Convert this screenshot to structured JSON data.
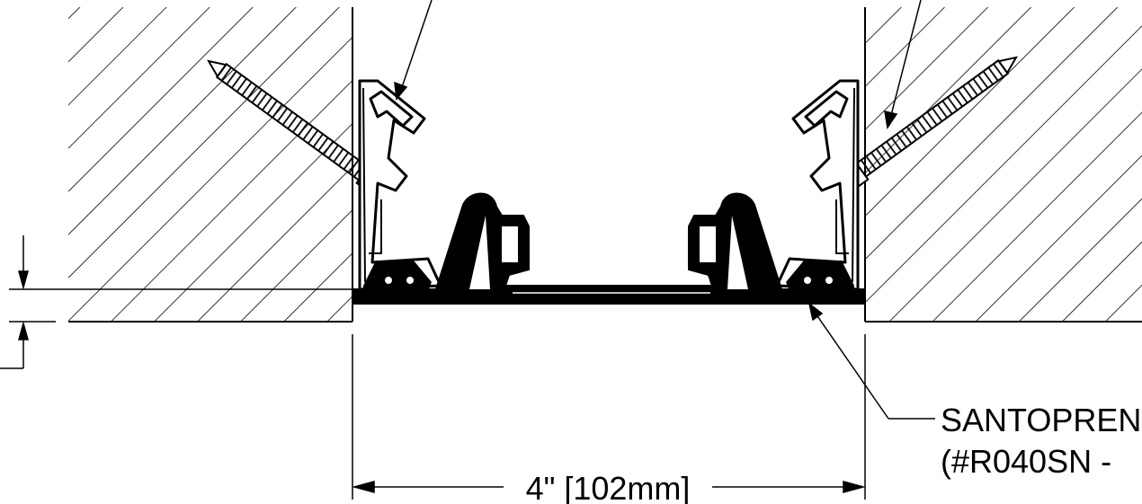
{
  "dimension": {
    "width_label": "4\" [102mm]"
  },
  "callouts": {
    "seal_line1": "SANTOPREN",
    "seal_line2": "(#R040SN - "
  },
  "colors": {
    "line": "#000000",
    "background": "#ffffff"
  }
}
